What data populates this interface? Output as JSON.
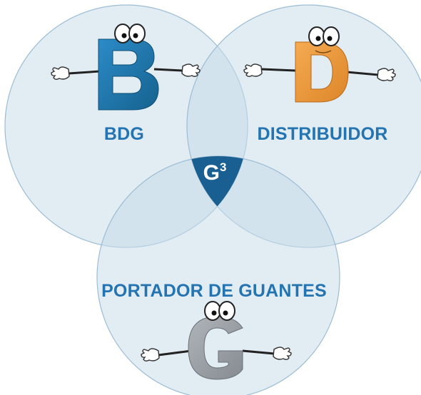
{
  "diagram": {
    "sets": [
      {
        "id": "bdg",
        "label": "BDG",
        "mascot_letter": "B",
        "mascot_color": "#1f76ad"
      },
      {
        "id": "distribuidor",
        "label": "DISTRIBUIDOR",
        "mascot_letter": "D",
        "mascot_color": "#ee9a3c"
      },
      {
        "id": "portador",
        "label": "PORTADOR DE GUANTES",
        "mascot_letter": "G",
        "mascot_color": "#9aa0a6"
      }
    ],
    "center": {
      "base": "G",
      "superscript": "3"
    },
    "colors": {
      "circle_fill": "#c9dcea",
      "circle_stroke": "#9cbdd4",
      "label_color": "#2474b2",
      "center_fill": "#1a5f91",
      "center_text": "#ffffff"
    }
  }
}
